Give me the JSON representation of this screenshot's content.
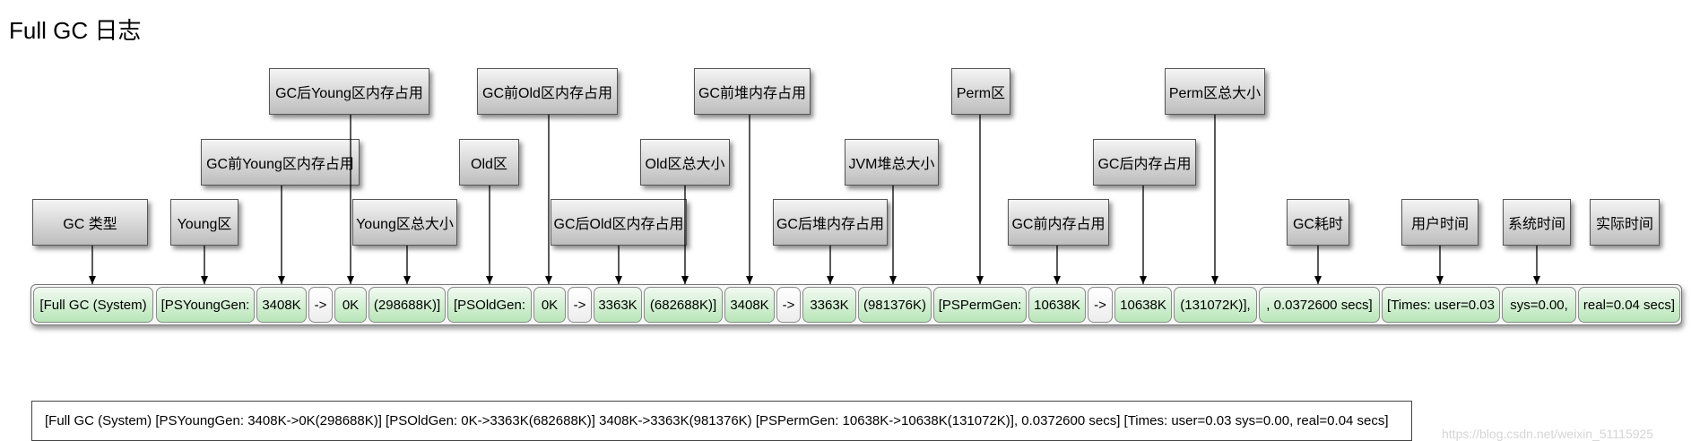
{
  "title": "Full GC 日志",
  "labels": {
    "gc_type": "GC 类型",
    "young_area": "Young区",
    "young_before": "GC前Young区内存占用",
    "young_after": "GC后Young区内存占用",
    "young_total": "Young区总大小",
    "old_area": "Old区",
    "old_before": "GC前Old区内存占用",
    "old_after": "GC后Old区内存占用",
    "old_total": "Old区总大小",
    "heap_before": "GC前堆内存占用",
    "heap_after": "GC后堆内存占用",
    "jvm_heap_total": "JVM堆总大小",
    "perm_area": "Perm区",
    "perm_before": "GC前内存占用",
    "perm_after": "GC后内存占用",
    "perm_total": "Perm区总大小",
    "gc_time": "GC耗时",
    "user_time": "用户时间",
    "sys_time": "系统时间",
    "real_time": "实际时间"
  },
  "segments": {
    "full_gc": "[Full GC (System)",
    "psyoung": "[PSYoungGen:",
    "young_before": "3408K",
    "arrow1": "->",
    "young_after": "0K",
    "young_total": "(298688K)]",
    "psold": "[PSOldGen:",
    "old_before": "0K",
    "arrow2": "->",
    "old_after": "3363K",
    "old_total": "(682688K)]",
    "heap_before": "3408K",
    "arrow3": "->",
    "heap_after": "3363K",
    "heap_total": "(981376K)",
    "psperm": "[PSPermGen:",
    "perm_before": "10638K",
    "arrow4": "->",
    "perm_after": "10638K",
    "perm_total": "(131072K)],",
    "gc_secs": ", 0.0372600 secs]",
    "times_user": "[Times: user=0.03",
    "sys": "sys=0.00,",
    "real": "real=0.04 secs]"
  },
  "summary": "[Full GC (System) [PSYoungGen: 3408K->0K(298688K)] [PSOldGen: 0K->3363K(682688K)] 3408K->3363K(981376K) [PSPermGen: 10638K->10638K(131072K)], 0.0372600 secs] [Times: user=0.03 sys=0.00, real=0.04 secs]",
  "watermark": "https://blog.csdn.net/weixin_51115925"
}
